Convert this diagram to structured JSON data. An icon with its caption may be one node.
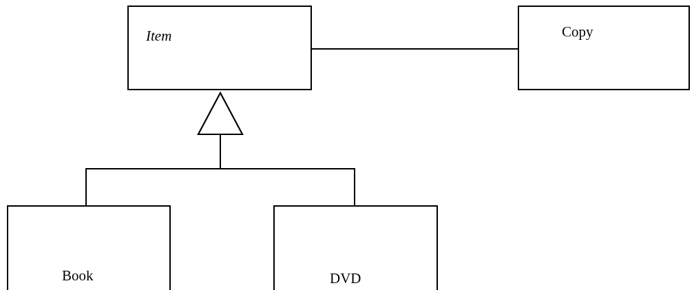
{
  "diagram": {
    "nodes": [
      {
        "text": [
          "Item"
        ]
      },
      {
        "text": [
          "Copy"
        ]
      },
      {
        "text": [
          "Book"
        ]
      },
      {
        "text": [
          "DVD"
        ]
      }
    ],
    "edges": [
      {
        "from": 0,
        "to": 1,
        "arrow": "none"
      },
      {
        "from": 2,
        "to": 0,
        "arrow": "to"
      },
      {
        "from": 3,
        "to": 0,
        "arrow": "to"
      }
    ]
  }
}
